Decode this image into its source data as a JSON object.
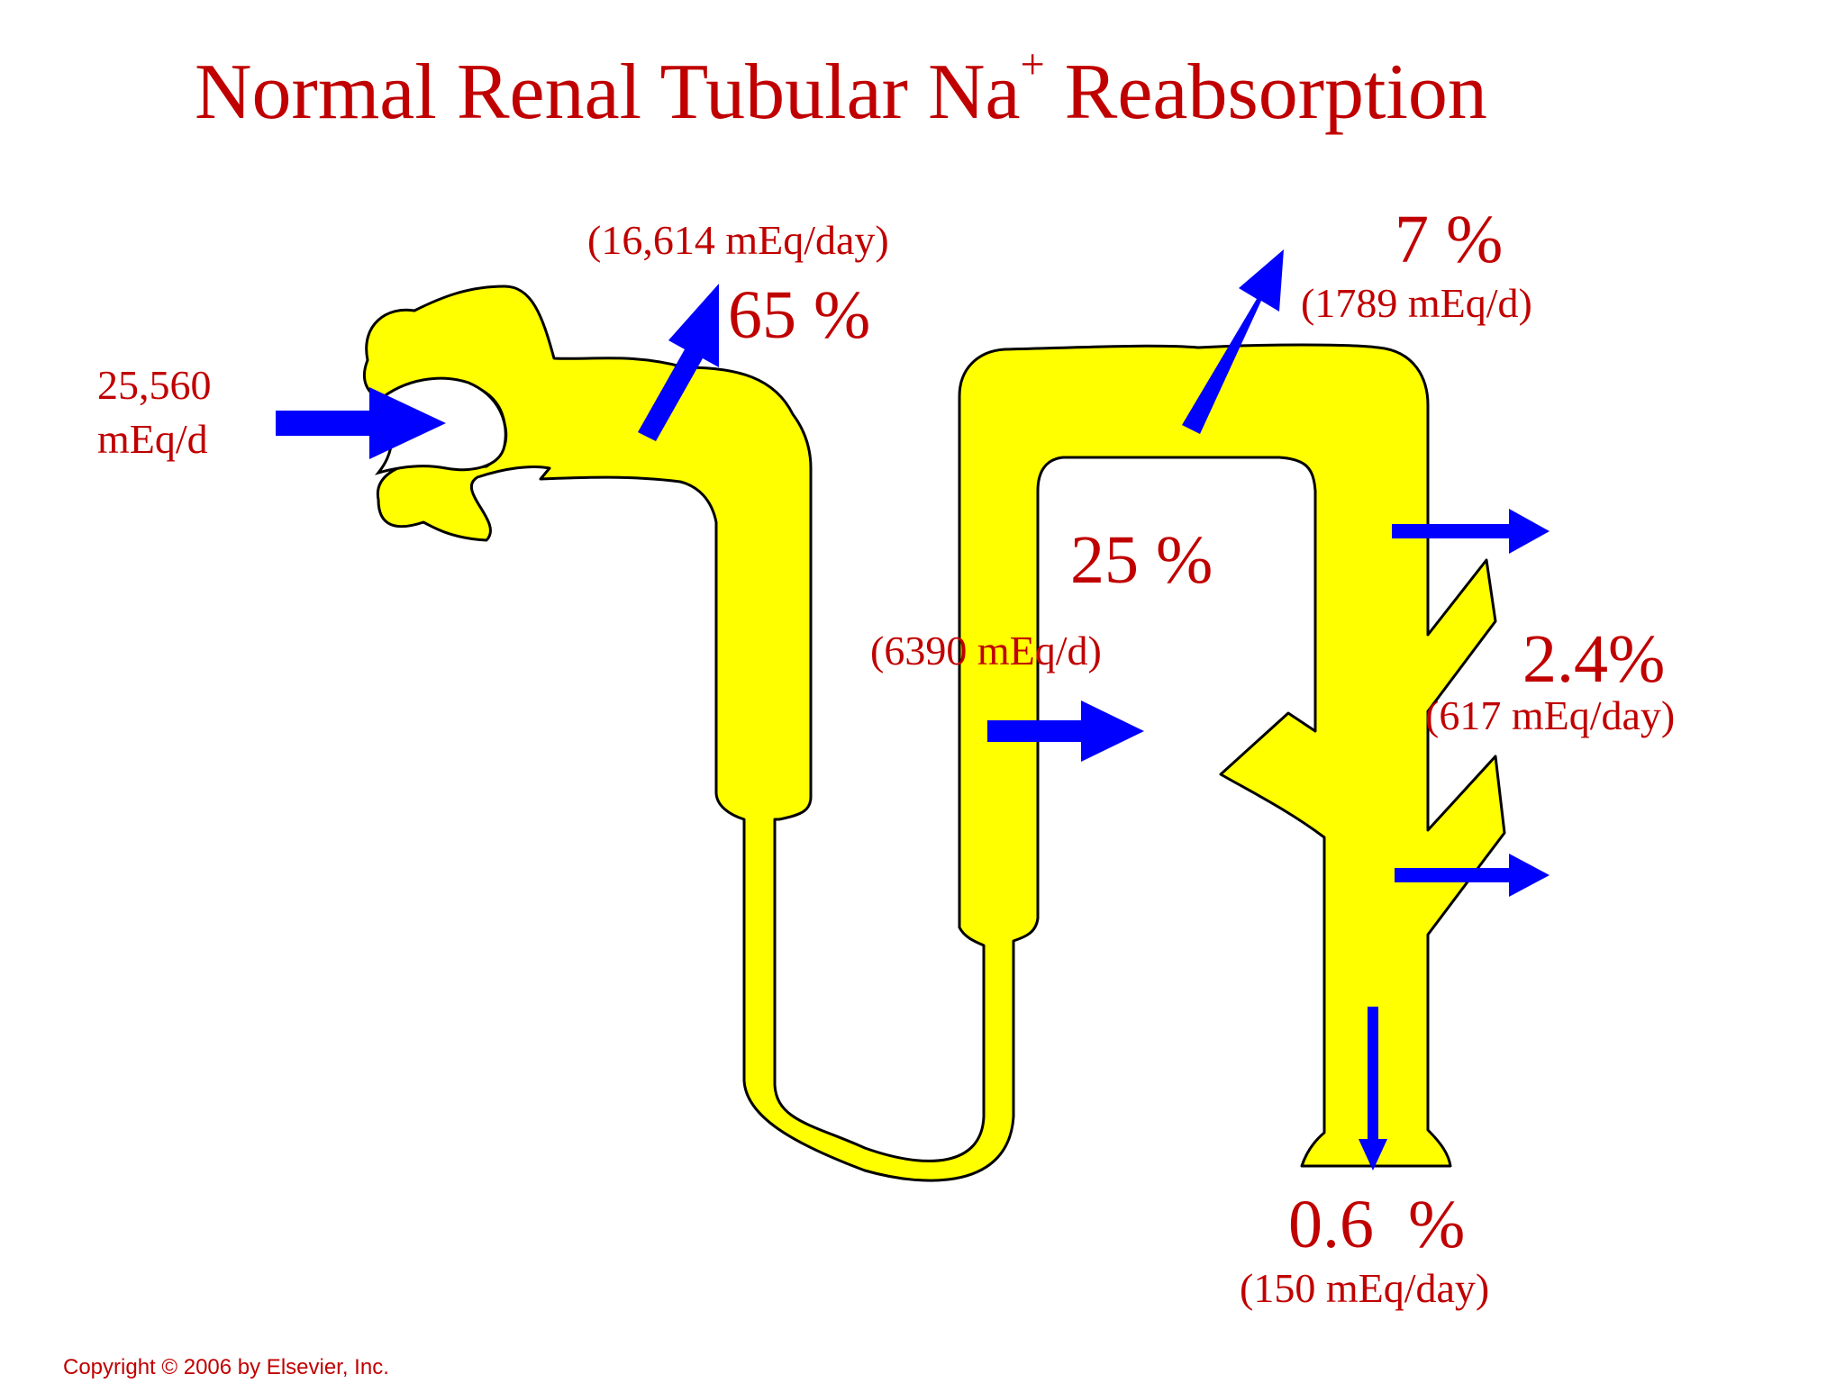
{
  "title": {
    "main": "Normal Renal Tubular Na",
    "superscript": "+",
    "rest": " Reabsorption"
  },
  "filtered_load": {
    "line1": "25,560",
    "line2": "mEq/d"
  },
  "proximal": {
    "amount": "(16,614 mEq/day)",
    "percent": "65 %"
  },
  "loop": {
    "percent": "25 %",
    "amount": "(6390 mEq/d)"
  },
  "distal": {
    "percent": "7 %",
    "amount": "(1789 mEq/d)"
  },
  "collecting": {
    "percent": "2.4%",
    "amount": "(617 mEq/day)"
  },
  "excreted": {
    "percent": "0.6  %",
    "amount": "(150 mEq/day)"
  },
  "copyright": "Copyright © 2006 by Elsevier, Inc.",
  "colors": {
    "tubule_fill": "#ffff00",
    "outline": "#000000",
    "arrow": "#0000ff",
    "text": "#c00000"
  }
}
